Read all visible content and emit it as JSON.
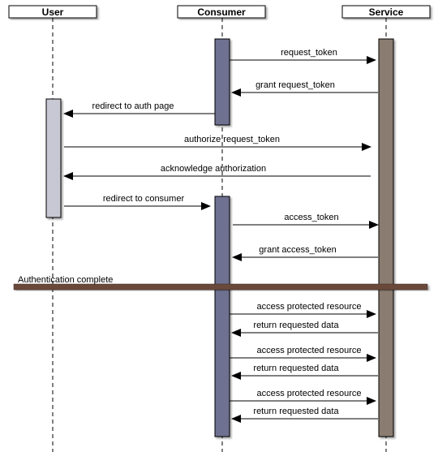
{
  "actors": [
    {
      "id": "user",
      "label": "User"
    },
    {
      "id": "consumer",
      "label": "Consumer"
    },
    {
      "id": "service",
      "label": "Service"
    }
  ],
  "colors": {
    "user_activation": "#c8c8d4",
    "consumer_activation": "#6e7190",
    "service_activation": "#8a7b70",
    "divider": "#6b4a3a"
  },
  "messages": [
    {
      "from": "consumer",
      "to": "service",
      "label": "request_token"
    },
    {
      "from": "service",
      "to": "consumer",
      "label": "grant request_token"
    },
    {
      "from": "consumer",
      "to": "user",
      "label": "redirect to auth page"
    },
    {
      "from": "user",
      "to": "service",
      "label": "authorize request_token"
    },
    {
      "from": "service",
      "to": "user",
      "label": "acknowledge authorization"
    },
    {
      "from": "user",
      "to": "consumer",
      "label": "redirect to consumer"
    },
    {
      "from": "consumer",
      "to": "service",
      "label": "access_token"
    },
    {
      "from": "service",
      "to": "consumer",
      "label": "grant access_token"
    },
    {
      "from": "consumer",
      "to": "service",
      "label": "access protected resource"
    },
    {
      "from": "service",
      "to": "consumer",
      "label": "return requested data"
    },
    {
      "from": "consumer",
      "to": "service",
      "label": "access protected resource"
    },
    {
      "from": "service",
      "to": "consumer",
      "label": "return requested data"
    },
    {
      "from": "consumer",
      "to": "service",
      "label": "access protected resource"
    },
    {
      "from": "service",
      "to": "consumer",
      "label": "return requested data"
    }
  ],
  "divider": {
    "label": "Authentication complete"
  }
}
